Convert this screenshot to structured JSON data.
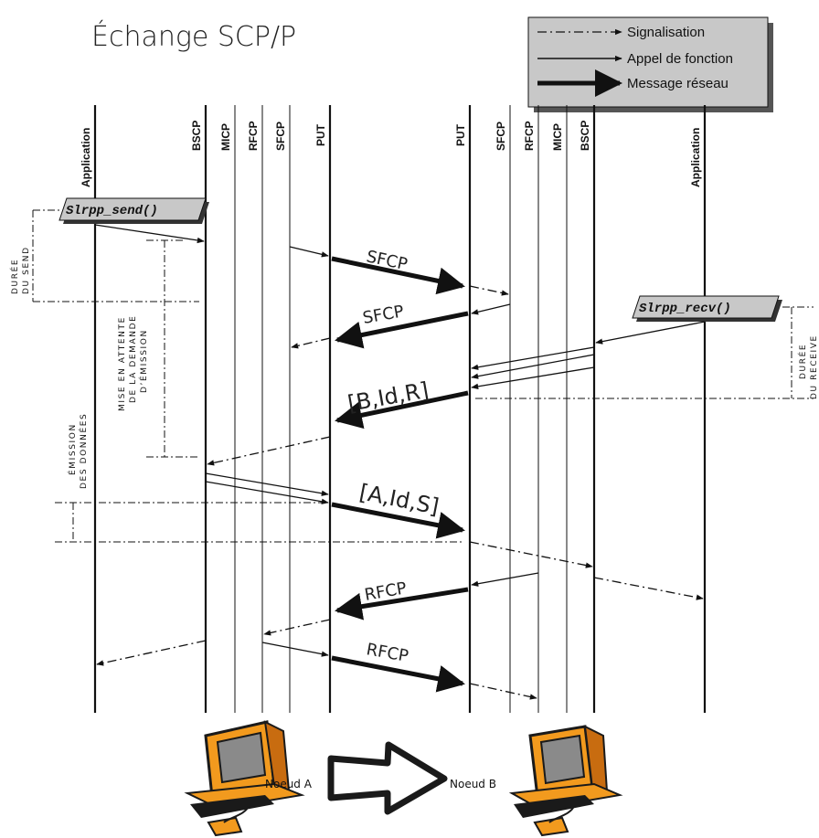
{
  "title": "Échange SCP/P",
  "legend": {
    "signalisation": "Signalisation",
    "appel": "Appel de fonction",
    "message": "Message réseau"
  },
  "lanes": {
    "application_a": "Application",
    "bscp_a": "BSCP",
    "micp_a": "MICP",
    "rfcp_a": "RFCP",
    "sfcp_a": "SFCP",
    "put_a": "PUT",
    "put_b": "PUT",
    "sfcp_b": "SFCP",
    "rfcp_b": "RFCP",
    "micp_b": "MICP",
    "bscp_b": "BSCP",
    "application_b": "Application"
  },
  "calls": {
    "send": "Slrpp_send()",
    "recv": "Slrpp_recv()"
  },
  "messages": {
    "sfcp_1": "SFCP",
    "sfcp_2": "SFCP",
    "bidr": "[B,Id,R]",
    "aids": "[A,Id,S]",
    "rfcp_1": "RFCP",
    "rfcp_2": "RFCP"
  },
  "annotations": {
    "duree_send_1": "DURÉE",
    "duree_send_2": "DU SEND",
    "mise_1": "MISE EN ATTENTE",
    "mise_2": "DE LA DEMANDE",
    "mise_3": "D’ÉMISSION",
    "emission_1": "ÉMISSION",
    "emission_2": "DES DONNÉES",
    "duree_recv_1": "DURÉE",
    "duree_recv_2": "DU RECEIVE"
  },
  "nodes": {
    "a": "Noeud A",
    "b": "Noeud B"
  },
  "colors": {
    "computer_orange": "#f29a1e",
    "computer_dark": "#1a1a1a",
    "legend_bg": "#c8c8c8",
    "call_bg": "#c8c8c8"
  }
}
